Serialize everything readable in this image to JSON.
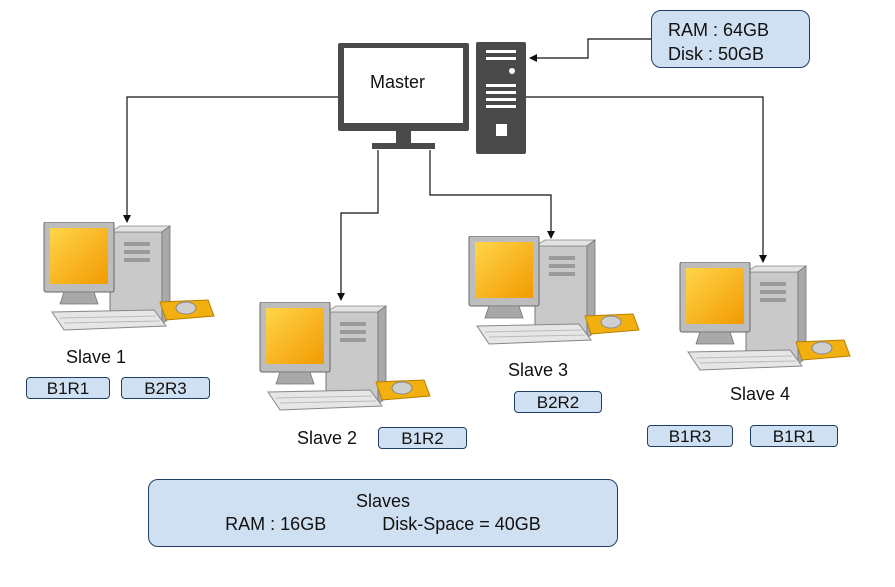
{
  "master": {
    "label": "Master"
  },
  "master_specs": {
    "ram": "RAM : 64GB",
    "disk": "Disk : 50GB"
  },
  "slaves": [
    {
      "label": "Slave 1",
      "blocks": [
        "B1R1",
        "B2R3"
      ]
    },
    {
      "label": "Slave 2",
      "blocks": [
        "B1R2"
      ]
    },
    {
      "label": "Slave 3",
      "blocks": [
        "B2R2"
      ]
    },
    {
      "label": "Slave 4",
      "blocks": [
        "B1R3",
        "B1R1"
      ]
    }
  ],
  "slave_specs": {
    "title": "Slaves",
    "ram": "RAM : 16GB",
    "disk": "Disk-Space = 40GB"
  },
  "colors": {
    "spec_fill": "#cfe0f2",
    "spec_border": "#1f3f66",
    "screen": "#f6b21c",
    "server": "#4a4a4a"
  }
}
